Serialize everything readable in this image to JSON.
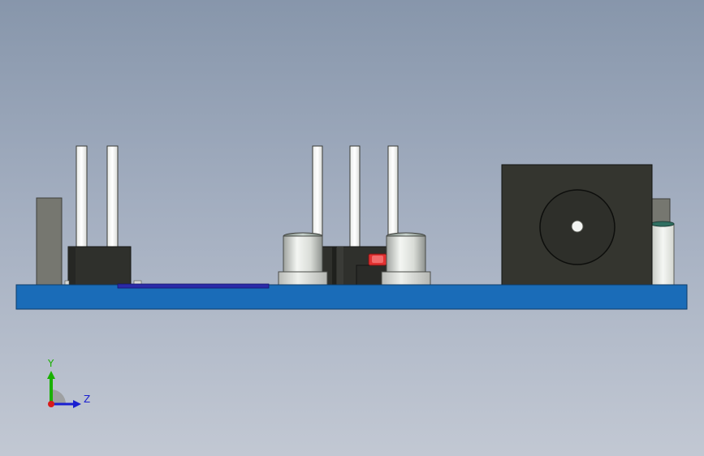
{
  "viewport": {
    "background_top": "#8796ab",
    "background_bottom": "#c2c8d3",
    "view": "side-view"
  },
  "model": {
    "pcb_color": "#1a6cb8",
    "trace_color": "#2b2aa8",
    "body_color": "#2f302c",
    "pin_color": "#ffffff",
    "led_color": "#e23131",
    "capacitor_color": "#e8ebe6"
  },
  "triad": {
    "y_label": "Y",
    "z_label": "Z",
    "y_color": "#19b000",
    "z_color": "#1a1fd0",
    "x_color": "#d81b1b"
  }
}
